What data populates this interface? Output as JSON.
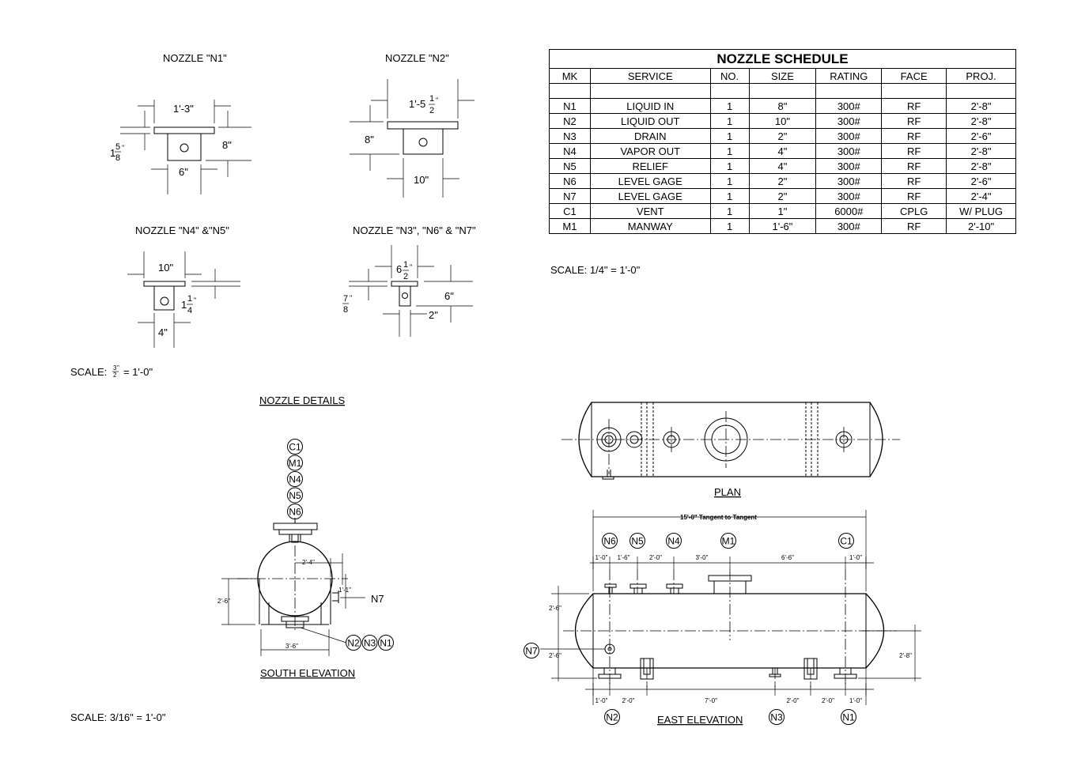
{
  "nozzle_details": {
    "n1": {
      "title": "NOZZLE \"N1\"",
      "top_width": "1'-3\"",
      "flange_thk_whole": "1",
      "flange_thk_num": "5",
      "flange_thk_den": "8",
      "flange_thk_unit": "\"",
      "height": "8\"",
      "base_width": "6\""
    },
    "n2": {
      "title": "NOZZLE \"N2\"",
      "top_width_whole": "1'-5",
      "top_width_num": "1",
      "top_width_den": "2",
      "top_width_unit": "\"",
      "height": "8\"",
      "base_width": "10\""
    },
    "n4n5": {
      "title": "NOZZLE \"N4\" &\"N5\"",
      "top_width": "10\"",
      "flange_thk_whole": "1",
      "flange_thk_num": "1",
      "flange_thk_den": "4",
      "flange_thk_unit": "\"",
      "base_width": "4\""
    },
    "n3n6n7": {
      "title": "NOZZLE \"N3\", \"N6\" & \"N7\"",
      "top_width_whole": "6",
      "top_width_num": "1",
      "top_width_den": "2",
      "top_width_unit": "\"",
      "flange_thk_num": "7",
      "flange_thk_unit": "\"",
      "flange_thk_den": "8",
      "height": "6\"",
      "base_width": "2\""
    },
    "scale_prefix": "SCALE:",
    "scale_num": "3",
    "scale_unit": "\"",
    "scale_den": "2",
    "scale_suffix": "= 1'-0\"",
    "section_title": "NOZZLE DETAILS"
  },
  "schedule": {
    "title": "NOZZLE SCHEDULE",
    "headers": [
      "MK",
      "SERVICE",
      "NO.",
      "SIZE",
      "RATING",
      "FACE",
      "PROJ."
    ],
    "rows": [
      [
        "N1",
        "LIQUID IN",
        "1",
        "8\"",
        "300#",
        "RF",
        "2'-8\""
      ],
      [
        "N2",
        "LIQUID OUT",
        "1",
        "10\"",
        "300#",
        "RF",
        "2'-8\""
      ],
      [
        "N3",
        "DRAIN",
        "1",
        "2\"",
        "300#",
        "RF",
        "2'-6\""
      ],
      [
        "N4",
        "VAPOR OUT",
        "1",
        "4\"",
        "300#",
        "RF",
        "2'-8\""
      ],
      [
        "N5",
        "RELIEF",
        "1",
        "4\"",
        "300#",
        "RF",
        "2'-8\""
      ],
      [
        "N6",
        "LEVEL GAGE",
        "1",
        "2\"",
        "300#",
        "RF",
        "2'-6\""
      ],
      [
        "N7",
        "LEVEL GAGE",
        "1",
        "2\"",
        "300#",
        "RF",
        "2'-4\""
      ],
      [
        "C1",
        "VENT",
        "1",
        "1\"",
        "6000#",
        "CPLG",
        "W/ PLUG"
      ],
      [
        "M1",
        "MANWAY",
        "1",
        "1'-6\"",
        "300#",
        "RF",
        "2'-10\""
      ]
    ],
    "scale": "SCALE: 1/4\" = 1'-0\""
  },
  "south_elevation": {
    "title": "SOUTH ELEVATION",
    "stack": [
      "C1",
      "M1",
      "N4",
      "N5",
      "N6"
    ],
    "dim_offset": "2'-4\"",
    "dim_n7_offset": "1'-1\"",
    "dim_height": "2'-6\"",
    "dim_base": "3'-6\"",
    "n7_label": "N7",
    "bottom_bubbles": [
      "N2",
      "N3",
      "N1"
    ]
  },
  "plan": {
    "title": "PLAN"
  },
  "east_elevation": {
    "title": "EAST ELEVATION",
    "overall": "15'-0\" Tangent to Tangent",
    "top_bubbles": [
      "N6",
      "N5",
      "N4",
      "M1",
      "C1"
    ],
    "top_dims": [
      "1'-0\"",
      "1'-6\"",
      "2'-0\"",
      "3'-0\"",
      "6'-6\"",
      "1'-0\""
    ],
    "bottom_dims": [
      "1'-0\"",
      "2'-0\"",
      "7'-0\"",
      "2'-0\"",
      "2'-0\"",
      "1'-0\""
    ],
    "left_dims": [
      "2'-6\"",
      "2'-6\""
    ],
    "right_dim": "2'-8\"",
    "side_bubble": "N7",
    "bottom_bubbles": [
      "N2",
      "N3",
      "N1"
    ]
  },
  "footer_scale": "SCALE: 3/16\" = 1'-0\""
}
